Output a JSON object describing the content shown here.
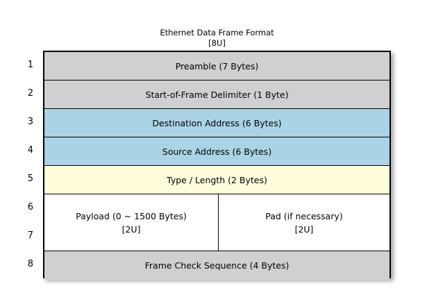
{
  "diagram": {
    "title": "Ethernet Data Frame Format",
    "subtitle": "[8U]",
    "colors": {
      "gray": "#d0d0d0",
      "blue": "#aad4e5",
      "yellow": "#fffddc",
      "white": "#ffffff",
      "border": "#000000"
    },
    "row_numbers": [
      "1",
      "2",
      "3",
      "4",
      "5",
      "6",
      "7",
      "8"
    ],
    "fields": [
      {
        "number": "1",
        "label": "Preamble (7 Bytes)",
        "fill": "gray"
      },
      {
        "number": "2",
        "label": "Start-of-Frame Delimiter (1 Byte)",
        "fill": "gray"
      },
      {
        "number": "3",
        "label": "Destination Address (6 Bytes)",
        "fill": "blue"
      },
      {
        "number": "4",
        "label": "Source Address (6 Bytes)",
        "fill": "blue"
      },
      {
        "number": "5",
        "label": "Type / Length (2 Bytes)",
        "fill": "yellow"
      },
      {
        "numbers": [
          "6",
          "7"
        ],
        "fill": "white",
        "split": [
          {
            "label": "Payload (0 ~ 1500 Bytes)",
            "note": "[2U]"
          },
          {
            "label": "Pad (if necessary)",
            "note": "[2U]"
          }
        ]
      },
      {
        "number": "8",
        "label": "Frame Check Sequence (4 Bytes)",
        "fill": "gray"
      }
    ]
  }
}
